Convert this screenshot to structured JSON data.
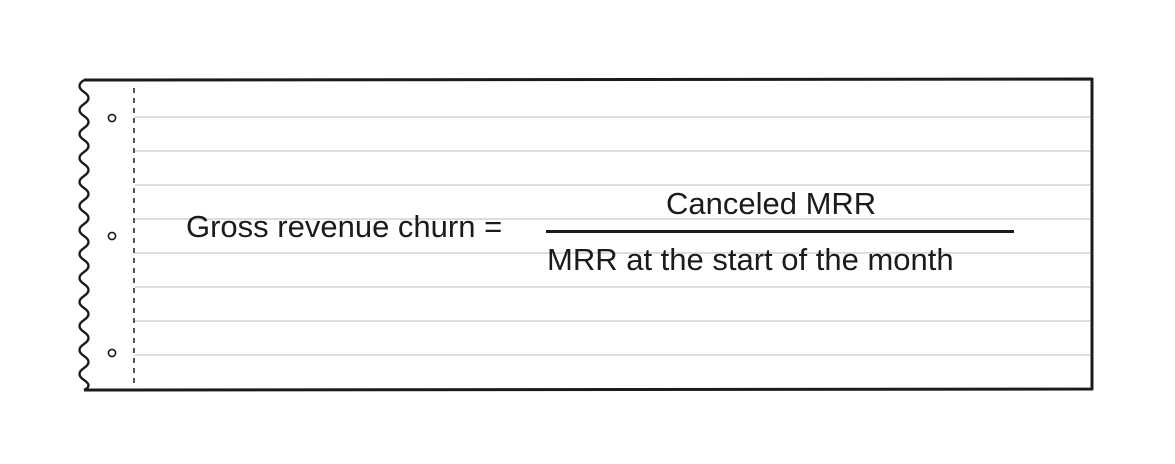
{
  "formula": {
    "lhs": "Gross revenue churn =",
    "numerator": "Canceled MRR",
    "denominator": "MRR at the start of the month"
  },
  "colors": {
    "ink": "#1b1b1b",
    "rule_line": "#d2d2d2",
    "paper": "#ffffff"
  }
}
